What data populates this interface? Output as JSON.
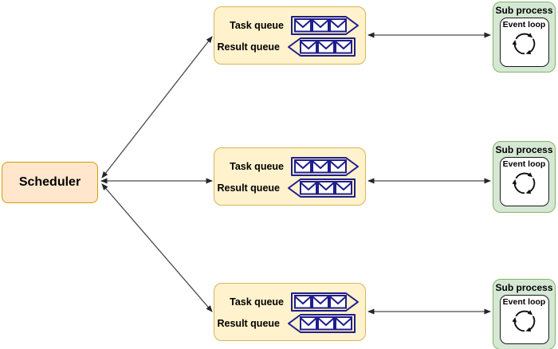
{
  "colors": {
    "scheduler-fill": "#FFE6CC",
    "scheduler-border": "#D79B00",
    "queue-fill": "#FFF2CC",
    "queue-border": "#D6B656",
    "process-fill": "#D5E8D4",
    "process-border": "#82B366",
    "envelope-color": "#1E1E8C",
    "connector-color": "#4A4A4A",
    "arrowhead-color": "#262626",
    "eventloop-border": "#1A1A1A"
  },
  "icons": {
    "task_queue": "envelope-row-right-arrow-icon",
    "result_queue": "envelope-row-left-arrow-icon",
    "event_loop": "circular-cycle-arrows-icon"
  },
  "scheduler": {
    "label": "Scheduler"
  },
  "workers": [
    {
      "queue": {
        "task_label": "Task queue",
        "result_label": "Result queue"
      },
      "subprocess": {
        "label": "Sub process",
        "event_loop_label": "Event loop"
      }
    },
    {
      "queue": {
        "task_label": "Task queue",
        "result_label": "Result queue"
      },
      "subprocess": {
        "label": "Sub process",
        "event_loop_label": "Event loop"
      }
    },
    {
      "queue": {
        "task_label": "Task queue",
        "result_label": "Result queue"
      },
      "subprocess": {
        "label": "Sub process",
        "event_loop_label": "Event loop"
      }
    }
  ]
}
